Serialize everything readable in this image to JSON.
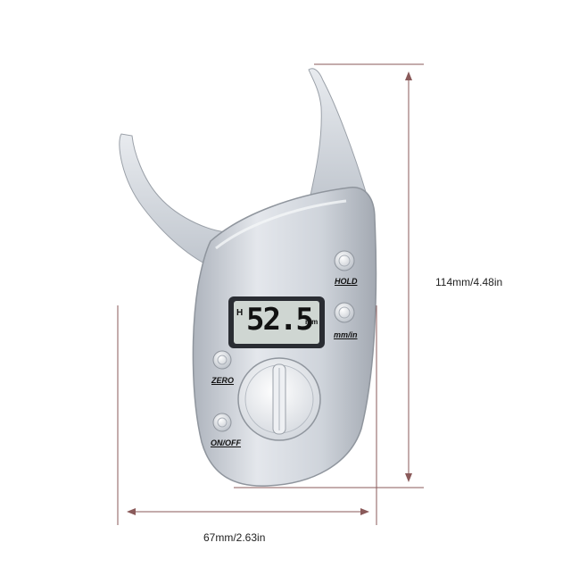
{
  "dimensions": {
    "height_label": "114mm/4.48in",
    "width_label": "67mm/2.63in"
  },
  "display": {
    "mode_indicator": "H",
    "reading": "52.5",
    "unit": "mm"
  },
  "buttons": {
    "hold": "HOLD",
    "unit_toggle": "mm/in",
    "zero": "ZERO",
    "power": "ON/OFF"
  },
  "colors": {
    "body_silver": "#c9ced6",
    "lcd_background": "#cfd6d2",
    "dimension_line": "#8a5a5a"
  }
}
